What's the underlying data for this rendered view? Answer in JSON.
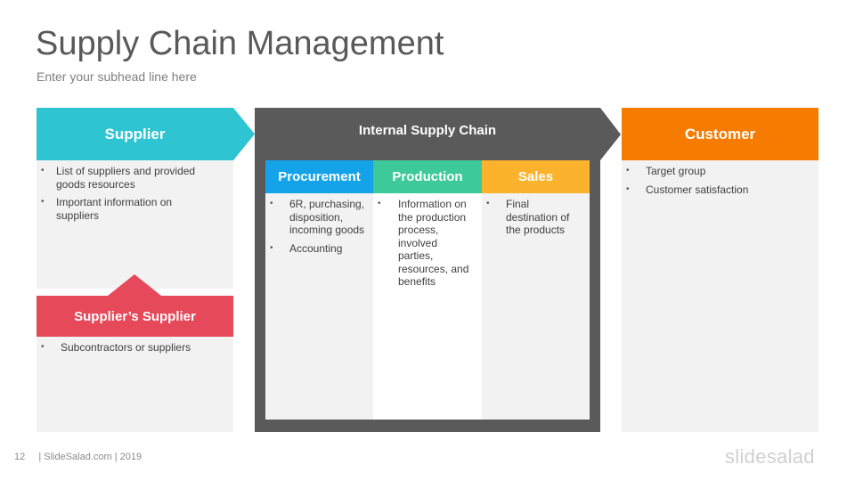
{
  "slide": {
    "title": "Supply Chain Management",
    "subtitle": "Enter your subhead line here"
  },
  "supplier": {
    "label": "Supplier",
    "color": "#2ec4d2",
    "bullets": [
      "List of suppliers and provided goods resources",
      "Important information on suppliers"
    ]
  },
  "suppliers_supplier": {
    "label": "Supplier’s Supplier",
    "color": "#e5495a",
    "bullets": [
      "Subcontractors or suppliers"
    ]
  },
  "internal": {
    "label": "Internal Supply Chain",
    "color": "#5a5a5a",
    "columns": [
      {
        "label": "Procurement",
        "color": "#14a3e8",
        "bullets": [
          "6R, purchasing, disposition, incoming goods",
          "Accounting"
        ]
      },
      {
        "label": "Production",
        "color": "#3dc99a",
        "bullets": [
          "Information on the production process, involved parties, resources, and benefits"
        ]
      },
      {
        "label": "Sales",
        "color": "#fbb22c",
        "bullets": [
          "Final destination of the products"
        ]
      }
    ]
  },
  "customer": {
    "label": "Customer",
    "color": "#f57c00",
    "bullets": [
      "Target group",
      "Customer satisfaction"
    ]
  },
  "footer": {
    "page_number": "12",
    "text": "| SlideSalad.com | 2019",
    "brand": "slidesalad"
  }
}
